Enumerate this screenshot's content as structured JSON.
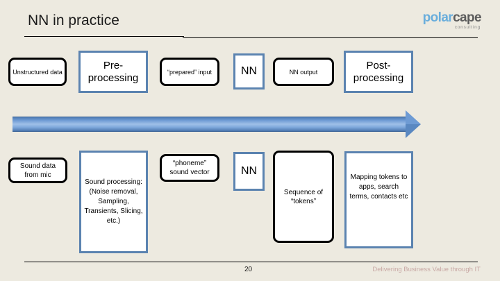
{
  "slide": {
    "title": "NN in practice",
    "background_color": "#EDEAE0",
    "accent_blue": "#5B83B0",
    "arrow_blue": "#6E9BD4"
  },
  "logo": {
    "part1": "polar",
    "part2": "cape",
    "subtitle": "consulting",
    "part1_color": "#6AAEDC",
    "part2_color": "#5C5C5C"
  },
  "pipeline": {
    "generic_row": [
      {
        "label": "Unstructured data",
        "kind": "data-pill"
      },
      {
        "label": "Pre-processing",
        "kind": "process-box"
      },
      {
        "label": "“prepared” input",
        "kind": "data-pill"
      },
      {
        "label": "NN",
        "kind": "process-box"
      },
      {
        "label": "NN output",
        "kind": "data-pill"
      },
      {
        "label": "Post-processing",
        "kind": "process-box"
      }
    ],
    "example_row": [
      {
        "label": "Sound data from mic",
        "kind": "data-pill"
      },
      {
        "label": "Sound processing: (Noise removal, Sampling, Transients, Slicing, etc.)",
        "kind": "process-box"
      },
      {
        "label": "“phoneme” sound vector",
        "kind": "data-pill"
      },
      {
        "label": "NN",
        "kind": "process-box"
      },
      {
        "label": "Sequence of “tokens”",
        "kind": "data-pill"
      },
      {
        "label": "Mapping tokens to apps, search terms, contacts etc",
        "kind": "process-box"
      }
    ]
  },
  "footer": {
    "page_number": "20",
    "tagline": "Delivering Business Value through IT",
    "tagline_color": "#C8A8A4"
  }
}
